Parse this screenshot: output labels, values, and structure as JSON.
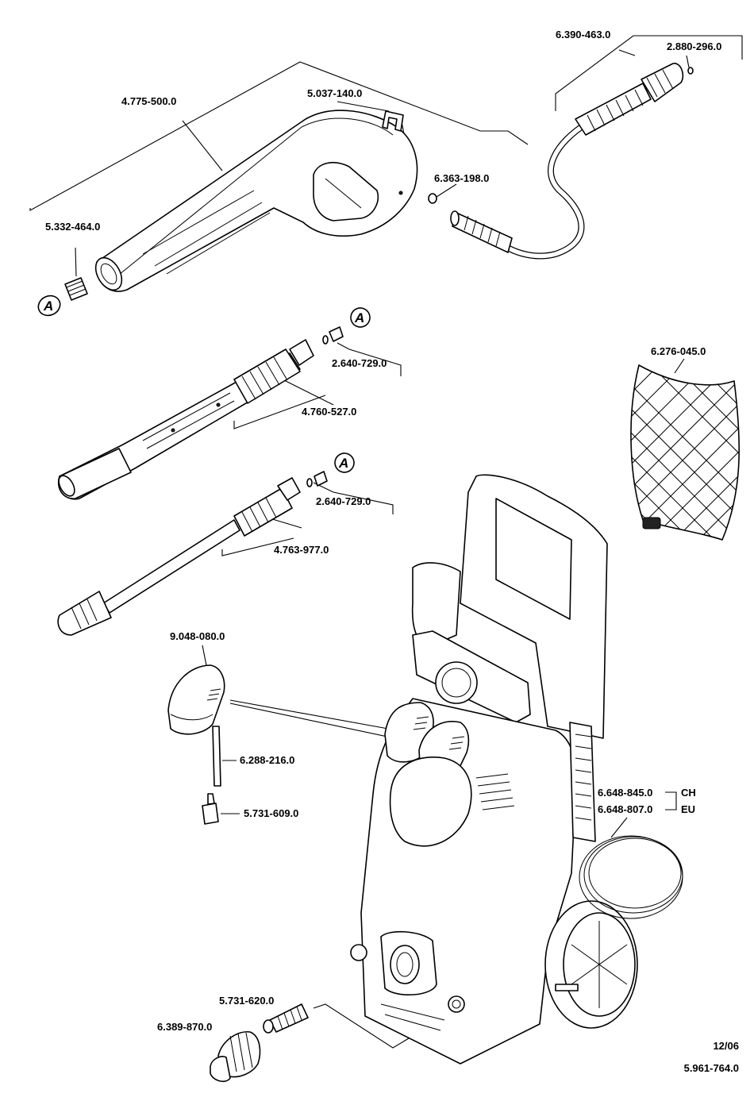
{
  "labels": {
    "gun_assembly": "4.775-500.0",
    "gun_clip": "5.037-140.0",
    "hose_assembly": "6.390-463.0",
    "hose_oring_end": "2.880-296.0",
    "hose_oring_gun": "6.363-198.0",
    "gun_spring": "5.332-464.0",
    "oring_nozzle_1": "2.640-729.0",
    "vario_lance": "4.760-527.0",
    "oring_nozzle_2": "2.640-729.0",
    "dirt_blaster": "4.763-977.0",
    "storage_net": "6.276-045.0",
    "nozzle_cap": "9.048-080.0",
    "pin": "6.288-216.0",
    "nipple": "5.731-609.0",
    "power_cord_ch": "6.648-845.0",
    "power_cord_eu": "6.648-807.0",
    "inlet_filter": "5.731-620.0",
    "garden_coupling": "6.389-870.0"
  },
  "country_codes": {
    "ch": "CH",
    "eu": "EU"
  },
  "callout_mark": "A",
  "footer": {
    "date": "12/06",
    "doc_number": "5.961-764.0"
  }
}
